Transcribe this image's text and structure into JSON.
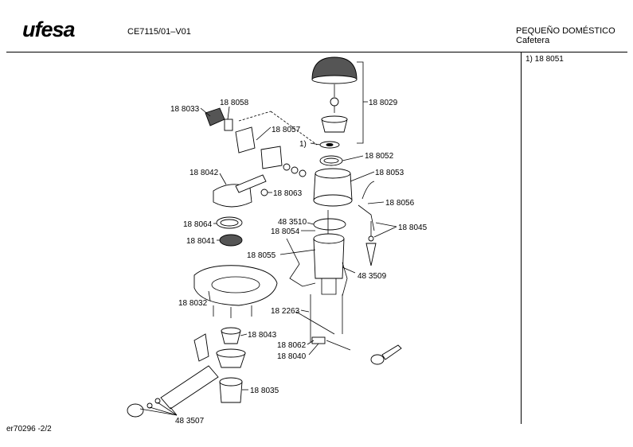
{
  "header": {
    "brand": "ufesa",
    "model_code": "CE7115/01–V01",
    "category_line1": "PEQUEÑO DOMÉSTICO",
    "category_line2": "Cafetera"
  },
  "side_note": "1)  18 8051",
  "footer": "er70296   -2/2",
  "callouts": {
    "c188029": "18 8029",
    "c188033": "18 8033",
    "c188058": "18 8058",
    "c188057": "18 8057",
    "c1": "1)",
    "c188052": "18 8052",
    "c188053": "18 8053",
    "c188042": "18 8042",
    "c188063": "18 8063",
    "c188056": "18 8056",
    "c483510": "48 3510",
    "c188064": "18 8064",
    "c188054": "18 8054",
    "c188045": "18 8045",
    "c188041": "18 8041",
    "c188055": "18 8055",
    "c483509": "48 3509",
    "c188032": "18 8032",
    "c182263": "18 2263",
    "c188043": "18 8043",
    "c188062": "18 8062",
    "c188040": "18 8040",
    "c188035": "18 8035",
    "c483507": "48 3507"
  }
}
